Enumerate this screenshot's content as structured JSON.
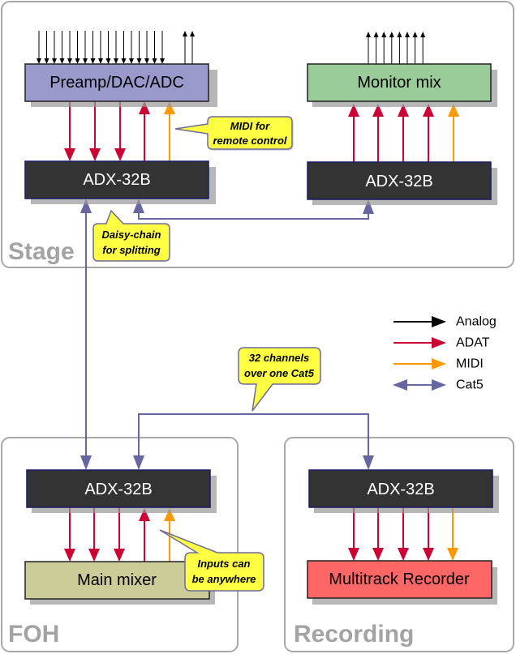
{
  "zones": {
    "stage": "Stage",
    "foh": "FOH",
    "recording": "Recording"
  },
  "devices": {
    "preamp": "Preamp/DAC/ADC",
    "monitor_mix": "Monitor mix",
    "stage_adx_left": "ADX-32B",
    "stage_adx_right": "ADX-32B",
    "foh_adx": "ADX-32B",
    "main_mixer": "Main mixer",
    "recording_adx": "ADX-32B",
    "multitrack_recorder": "Multitrack Recorder"
  },
  "callouts": {
    "midi_remote": [
      "MIDI for",
      "remote control"
    ],
    "daisy_chain": [
      "Daisy-chain",
      "for splitting"
    ],
    "channels_cat5": [
      "32 channels",
      "over one Cat5"
    ],
    "inputs_anywhere": [
      "Inputs can",
      "be anywhere"
    ]
  },
  "legend": [
    {
      "label": "Analog",
      "color": "#000000",
      "type": "single"
    },
    {
      "label": "ADAT",
      "color": "#cc0033",
      "type": "single"
    },
    {
      "label": "MIDI",
      "color": "#ff9900",
      "type": "single"
    },
    {
      "label": "Cat5",
      "color": "#6666a0",
      "type": "double"
    }
  ],
  "colors": {
    "analog": "#000000",
    "adat": "#cc0033",
    "midi": "#ff9900",
    "cat5": "#6666a0",
    "preamp_fill": "#9999cc",
    "monitor_fill": "#99cc99",
    "adx_fill": "#333333",
    "mixer_fill": "#cccc99",
    "recorder_fill": "#ff6666",
    "callout_fill": "#ffff44"
  },
  "counts": {
    "preamp_analog_inputs": 17,
    "preamp_analog_outputs": 2,
    "monitor_analog_outputs": 8
  }
}
